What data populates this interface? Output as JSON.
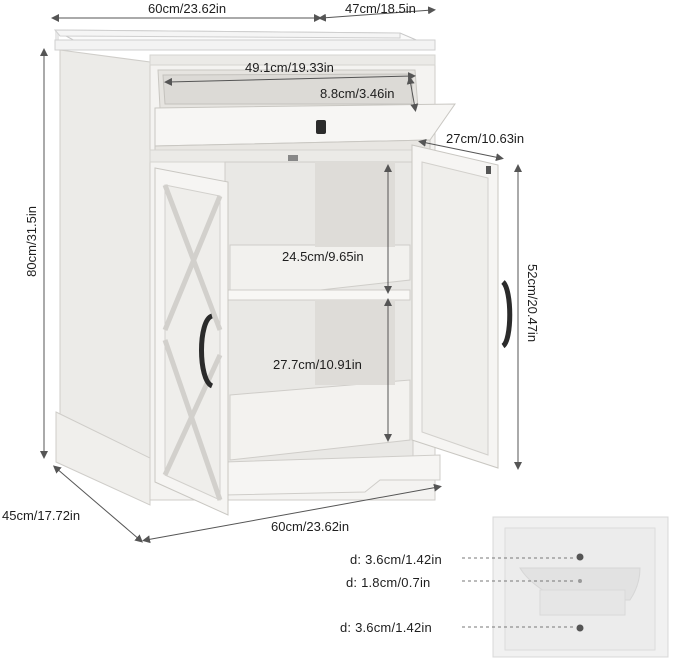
{
  "dimensions": {
    "top_width": "60cm/23.62in",
    "top_depth": "47cm/18.5in",
    "drawer_width": "49.1cm/19.33in",
    "drawer_height": "8.8cm/3.46in",
    "drawer_depth": "27cm/10.63in",
    "total_height": "80cm/31.5in",
    "door_height": "52cm/20.47in",
    "upper_shelf": "24.5cm/9.65in",
    "lower_shelf": "27.7cm/10.91in",
    "base_depth": "45cm/17.72in",
    "base_width": "60cm/23.62in"
  },
  "holes": [
    {
      "prefix": "d:",
      "value": "3.6cm/1.42in"
    },
    {
      "prefix": "d:",
      "value": "1.8cm/0.7in"
    },
    {
      "prefix": "d:",
      "value": "3.6cm/1.42in"
    }
  ],
  "colors": {
    "cabinet": "#f2f1ef",
    "cabinet_shade": "#dcdad6",
    "handle": "#2b2b2b",
    "dim_line": "#555555"
  }
}
